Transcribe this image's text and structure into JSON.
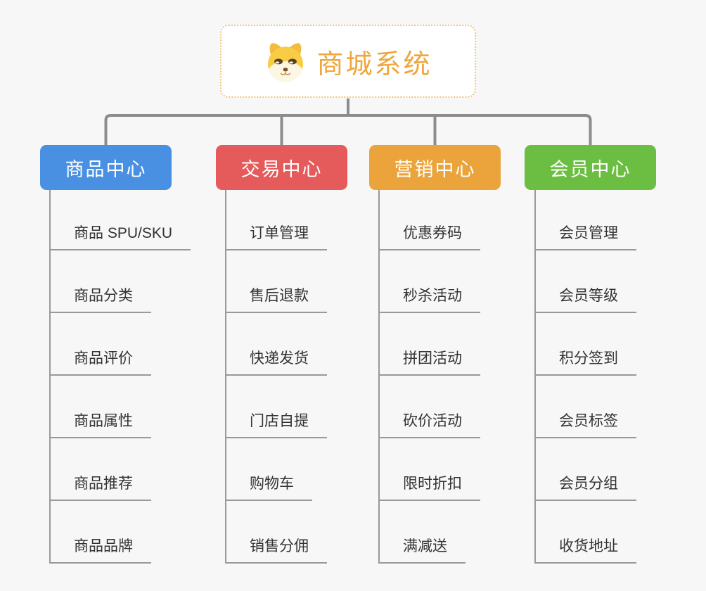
{
  "root": {
    "title": "商城系统",
    "icon": "shiba-dog-icon",
    "accent_color": "#F0A63C",
    "border_color": "#F2C477"
  },
  "connector_color": "#8C8C8C",
  "line_color": "#999999",
  "background_color": "#F7F7F7",
  "branches": [
    {
      "label": "商品中心",
      "color": "#4A90E2",
      "items": [
        "商品 SPU/SKU",
        "商品分类",
        "商品评价",
        "商品属性",
        "商品推荐",
        "商品品牌"
      ]
    },
    {
      "label": "交易中心",
      "color": "#E55A5A",
      "items": [
        "订单管理",
        "售后退款",
        "快递发货",
        "门店自提",
        "购物车",
        "销售分佣"
      ]
    },
    {
      "label": "营销中心",
      "color": "#EBA43C",
      "items": [
        "优惠券码",
        "秒杀活动",
        "拼团活动",
        "砍价活动",
        "限时折扣",
        "满减送"
      ]
    },
    {
      "label": "会员中心",
      "color": "#6CBE43",
      "items": [
        "会员管理",
        "会员等级",
        "积分签到",
        "会员标签",
        "会员分组",
        "收货地址"
      ]
    }
  ]
}
